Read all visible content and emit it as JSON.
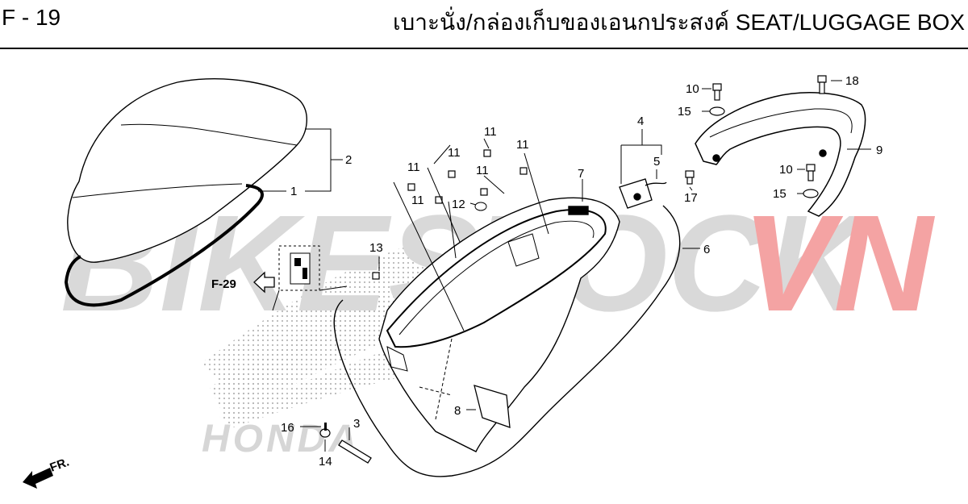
{
  "header": {
    "page_code": "F - 19",
    "title": "เบาะนั่ง/กล่องเก็บของเอนกประสงค์  SEAT/LUGGAGE BOX"
  },
  "watermark": {
    "part1": "BIKESTOCK",
    "part2": "VN",
    "color1": "#d9d9d9",
    "color2": "#f4a3a3"
  },
  "logo_text": "HONDA",
  "callouts": {
    "c1": "1",
    "c2": "2",
    "c3": "3",
    "c4": "4",
    "c5": "5",
    "c6": "6",
    "c7": "7",
    "c8": "8",
    "c9": "9",
    "c10a": "10",
    "c10b": "10",
    "c11a": "11",
    "c11b": "11",
    "c11c": "11",
    "c11d": "11",
    "c11e": "11",
    "c11f": "11",
    "c12": "12",
    "c13": "13",
    "c14": "14",
    "c15a": "15",
    "c15b": "15",
    "c16": "16",
    "c17": "17",
    "c18": "18"
  },
  "ref_label": "F-29",
  "front_label": "FR."
}
